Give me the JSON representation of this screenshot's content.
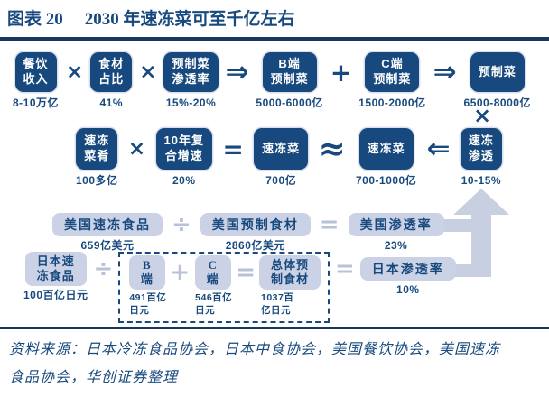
{
  "title": {
    "label": "图表 20",
    "text": "2030 年速冻菜可至千亿左右"
  },
  "source": "资料来源：日本冷冻食品协会，日本中食协会，美国餐饮协会，美国速冻食品协会，华创证券整理",
  "colors": {
    "navy": "#17497E",
    "rule": "#16375E",
    "light_fill": "#CBD2E5",
    "light_op": "#B7C1D8",
    "arrow_fill": "#C8CFE1"
  },
  "flow": {
    "row1": [
      {
        "box": "餐饮\n收入",
        "value": "8-10万亿"
      },
      {
        "box": "食材\n占比",
        "value": "41%"
      },
      {
        "box": "预制菜\n渗透率",
        "value": "15%-20%"
      },
      {
        "box": "B端\n预制菜",
        "value": "5000-6000亿"
      },
      {
        "box": "C端\n预制菜",
        "value": "1500-2000亿"
      },
      {
        "box": "预制菜",
        "value": "6500-8000亿"
      }
    ],
    "row1_ops": [
      "×",
      "×",
      "⇒",
      "+",
      "⇒"
    ],
    "link_op": "×",
    "row2": [
      {
        "box": "速冻\n菜肴",
        "value": "100多亿"
      },
      {
        "box": "10年复\n合增速",
        "value": "20%"
      },
      {
        "box": "速冻菜",
        "value": "700亿"
      },
      {
        "box": "速冻菜",
        "value": "700-1000亿"
      },
      {
        "box": "速冻\n渗透",
        "value": "10-15%"
      }
    ],
    "row2_ops": [
      "×",
      "=",
      "≈",
      "⇐"
    ],
    "row3": [
      {
        "box": "美国速冻食品",
        "value": "659亿美元"
      },
      {
        "box": "美国预制食材",
        "value": "2860亿美元"
      },
      {
        "box": "美国渗透率",
        "value": "23%"
      }
    ],
    "row3_ops": [
      "÷",
      "="
    ],
    "row4": {
      "japan_frozen": {
        "box": "日本速\n冻食品",
        "value": "100百亿日元"
      },
      "divide_op": "÷",
      "dashed": [
        {
          "box": "B\n端",
          "value": "491百亿\n日元"
        },
        {
          "box": "C\n端",
          "value": "546百亿\n日元"
        },
        {
          "box": "总体预\n制食材",
          "value": "1037百\n亿日元"
        }
      ],
      "plus_op": "+",
      "inner_eq_op": "=",
      "outer_eq_op": "=",
      "japan_rate": {
        "box": "日本渗透率",
        "value": "10%"
      }
    }
  }
}
